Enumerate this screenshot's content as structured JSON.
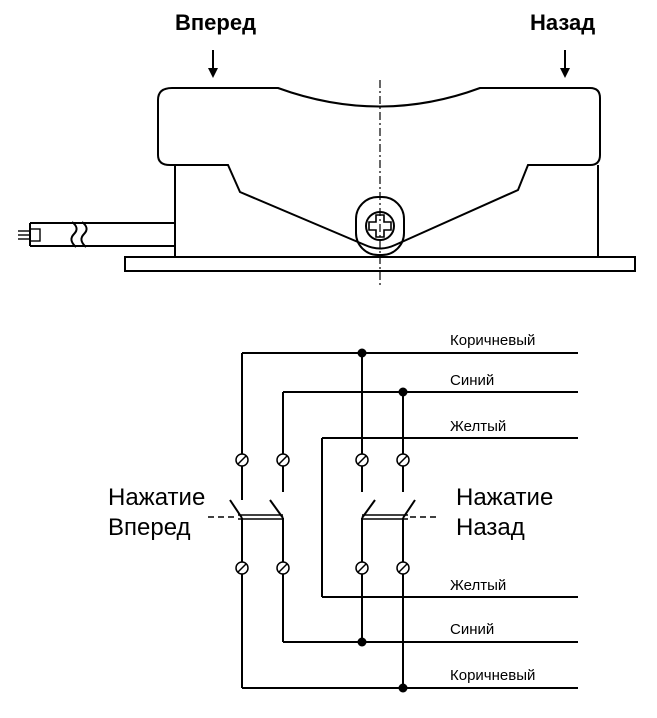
{
  "top_labels": {
    "forward": "Вперед",
    "back": "Назад"
  },
  "wire_labels": {
    "top_brown": "Коричневый",
    "top_blue": "Синий",
    "top_yellow": "Желтый",
    "bottom_yellow": "Желтый",
    "bottom_blue": "Синий",
    "bottom_brown": "Коричневый"
  },
  "press_labels": {
    "left_line1": "Нажатие",
    "left_line2": "Вперед",
    "right_line1": "Нажатие",
    "right_line2": "Назад"
  },
  "colors": {
    "stroke": "#000000",
    "background": "#ffffff"
  }
}
